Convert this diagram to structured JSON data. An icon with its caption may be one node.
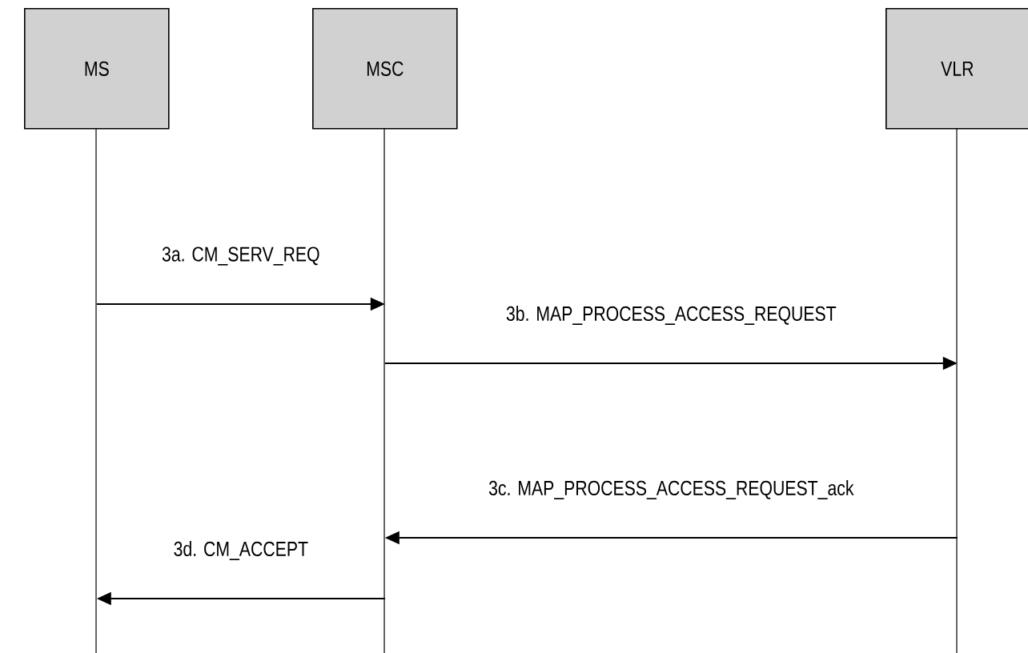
{
  "diagram": {
    "nodes": [
      {
        "text": [
          "MS"
        ]
      },
      {
        "text": [
          "MSC"
        ]
      },
      {
        "text": [
          "VLR"
        ]
      }
    ],
    "edges": [
      {
        "from": 0,
        "to": 1,
        "arrow": "to",
        "label": "3a. CM_SERV_REQ"
      },
      {
        "from": 1,
        "to": 2,
        "arrow": "to",
        "label": "3b. MAP_PROCESS_ACCESS_REQUEST"
      },
      {
        "from": 2,
        "to": 1,
        "arrow": "to",
        "label": "3c. MAP_PROCESS_ACCESS_REQUEST_ack"
      },
      {
        "from": 1,
        "to": 0,
        "arrow": "to",
        "label": "3d. CM_ACCEPT"
      }
    ]
  }
}
